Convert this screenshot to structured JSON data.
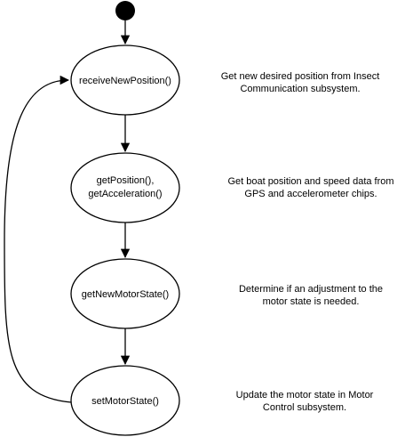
{
  "diagram": {
    "nodes": [
      {
        "id": "receive",
        "lines": [
          "receiveNewPosition()"
        ]
      },
      {
        "id": "getpos",
        "lines": [
          "getPosition(),",
          "getAcceleration()"
        ]
      },
      {
        "id": "getnew",
        "lines": [
          "getNewMotorState()"
        ]
      },
      {
        "id": "setmotor",
        "lines": [
          "setMotorState()"
        ]
      }
    ],
    "notes": [
      {
        "lines": [
          "Get new desired position from Insect",
          "Communication subsystem."
        ]
      },
      {
        "lines": [
          "Get boat position and speed data from",
          "GPS and accelerometer chips."
        ]
      },
      {
        "lines": [
          "Determine if an adjustment to the",
          "motor state is needed."
        ]
      },
      {
        "lines": [
          "Update the motor state in Motor",
          "Control subsystem."
        ]
      }
    ],
    "colors": {
      "stroke": "#000000",
      "fill": "#ffffff",
      "start_node": "#000000",
      "text": "#000000"
    }
  }
}
